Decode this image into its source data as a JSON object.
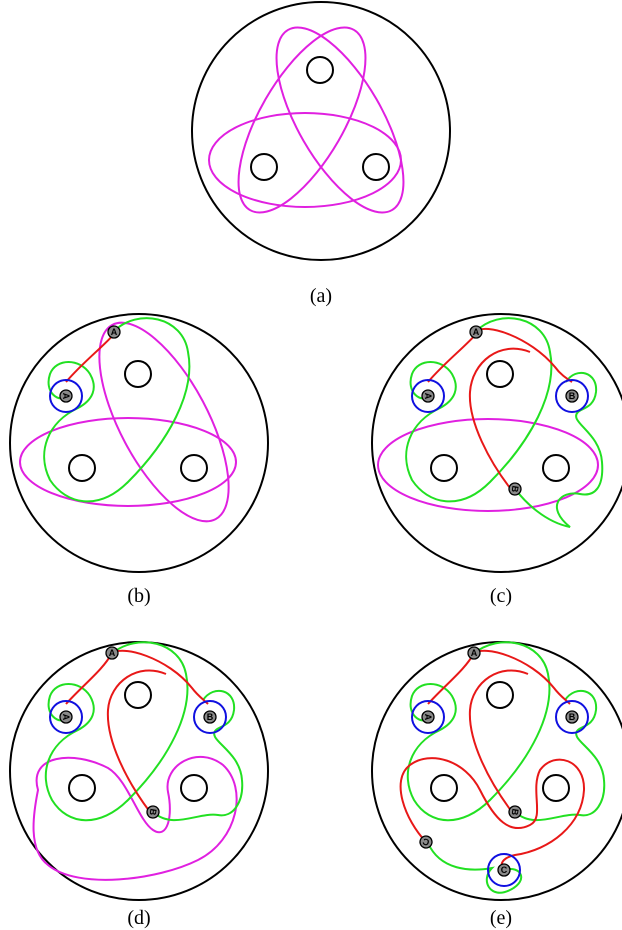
{
  "panels": [
    {
      "id": "a",
      "caption": "(a)"
    },
    {
      "id": "b",
      "caption": "(b)"
    },
    {
      "id": "c",
      "caption": "(c)"
    },
    {
      "id": "d",
      "caption": "(d)"
    },
    {
      "id": "e",
      "caption": "(e)"
    }
  ],
  "markers": {
    "A": "A",
    "B": "B",
    "C": "C"
  },
  "colors": {
    "outline": "#000000",
    "curve_magenta": "#e020e0",
    "arc_green": "#22e022",
    "arc_red": "#e81818",
    "loop_blue": "#1010e0",
    "marker_fill": "#8a8a8a"
  }
}
